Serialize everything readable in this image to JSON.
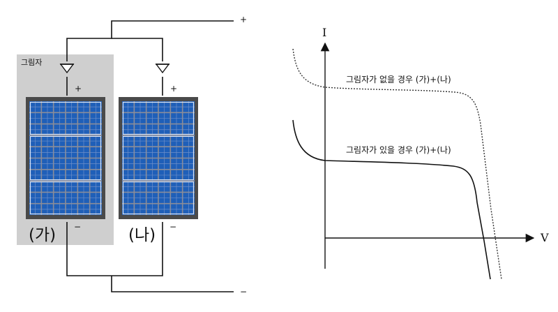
{
  "circuit": {
    "shadow_label": "그림자",
    "panel_a_label": "(가)",
    "panel_b_label": "(나)",
    "plus_sign": "+",
    "minus_sign": "−",
    "terminal_plus": "+",
    "terminal_minus": "−",
    "colors": {
      "shadow": "#cfcfcf",
      "panel_frame": "#4a4a4a",
      "cell_blue": "#1f5fb8",
      "grid_line": "#8b8d98",
      "wire": "#111111"
    }
  },
  "graph": {
    "y_axis_label": "I",
    "x_axis_label": "V",
    "curve_no_shadow_label": "그림자가 없을 경우 (가)+(나)",
    "curve_shadow_label": "그림자가 있을 경우 (가)+(나)"
  }
}
